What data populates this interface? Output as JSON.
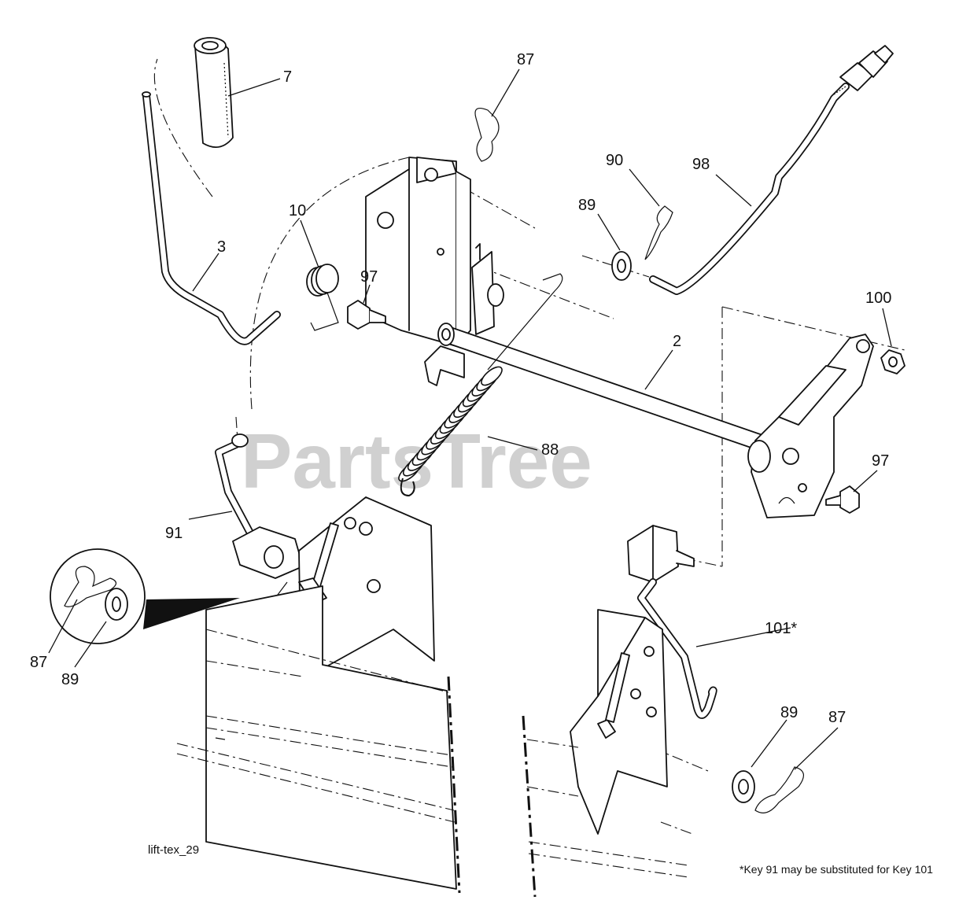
{
  "watermark": {
    "text": "PartsTree",
    "trademark": "™"
  },
  "drawing_code": "lift-tex_29",
  "footnote": "*Key 91 may be substituted for Key 101",
  "callouts": {
    "c7": "7",
    "c87_top": "87",
    "c90": "90",
    "c98": "98",
    "c89_top": "89",
    "c10": "10",
    "c3": "3",
    "c97_left": "97",
    "c100": "100",
    "c2": "2",
    "c97_right": "97",
    "c88": "88",
    "c91": "91",
    "c101": "101*",
    "c87_detail": "87",
    "c89_detail": "89",
    "c89_bottom": "89",
    "c87_bottom": "87"
  }
}
